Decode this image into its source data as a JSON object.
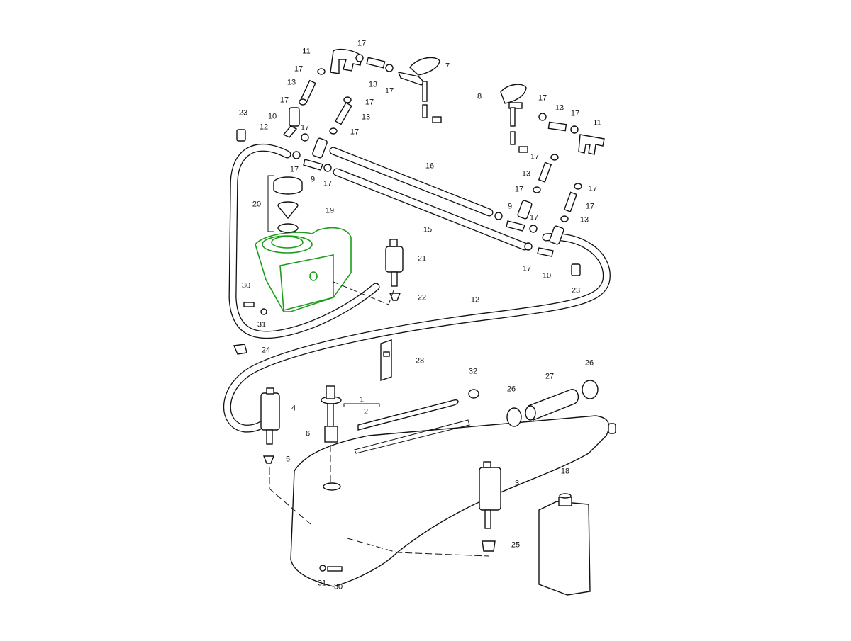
{
  "diagram": {
    "type": "exploded parts diagram",
    "subject": "Windshield / headlight washer system",
    "highlight_color": "#1a9e1a",
    "highlighted_part": "19",
    "labels": [
      {
        "id": "11a",
        "text": "11"
      },
      {
        "id": "17a",
        "text": "17"
      },
      {
        "id": "7",
        "text": "7"
      },
      {
        "id": "17b",
        "text": "17"
      },
      {
        "id": "13a",
        "text": "13"
      },
      {
        "id": "17c",
        "text": "17"
      },
      {
        "id": "13b",
        "text": "13"
      },
      {
        "id": "17d",
        "text": "17"
      },
      {
        "id": "17e",
        "text": "17"
      },
      {
        "id": "13c",
        "text": "13"
      },
      {
        "id": "23a",
        "text": "23"
      },
      {
        "id": "10a",
        "text": "10"
      },
      {
        "id": "17f",
        "text": "17"
      },
      {
        "id": "17g",
        "text": "17"
      },
      {
        "id": "12a",
        "text": "12"
      },
      {
        "id": "17h",
        "text": "17"
      },
      {
        "id": "9a",
        "text": "9"
      },
      {
        "id": "17i",
        "text": "17"
      },
      {
        "id": "16",
        "text": "16"
      },
      {
        "id": "20",
        "text": "20"
      },
      {
        "id": "19",
        "text": "19"
      },
      {
        "id": "15",
        "text": "15"
      },
      {
        "id": "21",
        "text": "21"
      },
      {
        "id": "22",
        "text": "22"
      },
      {
        "id": "30a",
        "text": "30"
      },
      {
        "id": "31a",
        "text": "31"
      },
      {
        "id": "24",
        "text": "24"
      },
      {
        "id": "8",
        "text": "8"
      },
      {
        "id": "17j",
        "text": "17"
      },
      {
        "id": "13d",
        "text": "13"
      },
      {
        "id": "17k",
        "text": "17"
      },
      {
        "id": "11b",
        "text": "11"
      },
      {
        "id": "17l",
        "text": "17"
      },
      {
        "id": "13e",
        "text": "13"
      },
      {
        "id": "17m",
        "text": "17"
      },
      {
        "id": "17n",
        "text": "17"
      },
      {
        "id": "9b",
        "text": "9"
      },
      {
        "id": "17o",
        "text": "17"
      },
      {
        "id": "13f",
        "text": "13"
      },
      {
        "id": "17p",
        "text": "17"
      },
      {
        "id": "17q",
        "text": "17"
      },
      {
        "id": "10b",
        "text": "10"
      },
      {
        "id": "23b",
        "text": "23"
      },
      {
        "id": "12b",
        "text": "12"
      },
      {
        "id": "28",
        "text": "28"
      },
      {
        "id": "32",
        "text": "32"
      },
      {
        "id": "26a",
        "text": "26"
      },
      {
        "id": "27",
        "text": "27"
      },
      {
        "id": "26b",
        "text": "26"
      },
      {
        "id": "4",
        "text": "4"
      },
      {
        "id": "1",
        "text": "1"
      },
      {
        "id": "2",
        "text": "2"
      },
      {
        "id": "6",
        "text": "6"
      },
      {
        "id": "5",
        "text": "5"
      },
      {
        "id": "3",
        "text": "3"
      },
      {
        "id": "18",
        "text": "18"
      },
      {
        "id": "25",
        "text": "25"
      },
      {
        "id": "31b",
        "text": "31"
      },
      {
        "id": "30b",
        "text": "30"
      }
    ]
  }
}
